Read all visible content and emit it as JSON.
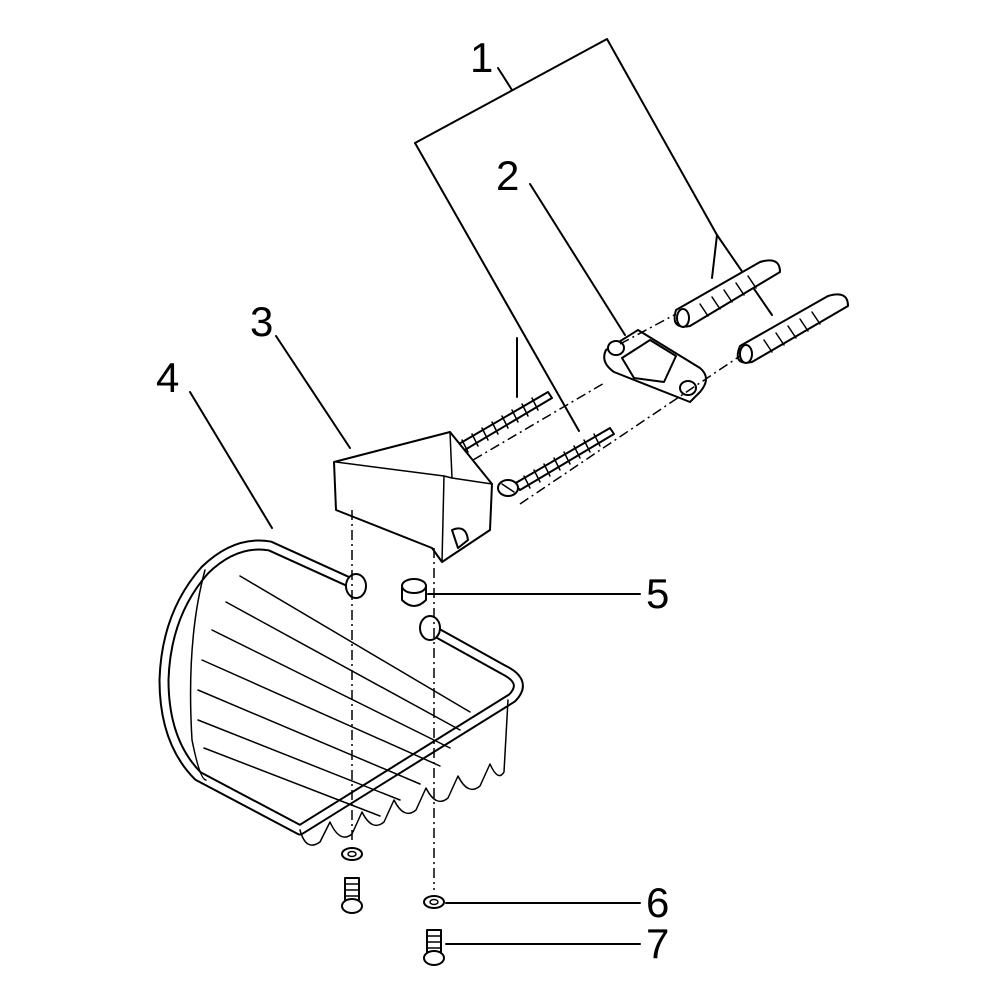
{
  "colors": {
    "ink": "#000000",
    "paper": "#ffffff"
  },
  "callouts": {
    "c1": "1",
    "c2": "2",
    "c3": "3",
    "c4": "4",
    "c5": "5",
    "c6": "6",
    "c7": "7"
  }
}
